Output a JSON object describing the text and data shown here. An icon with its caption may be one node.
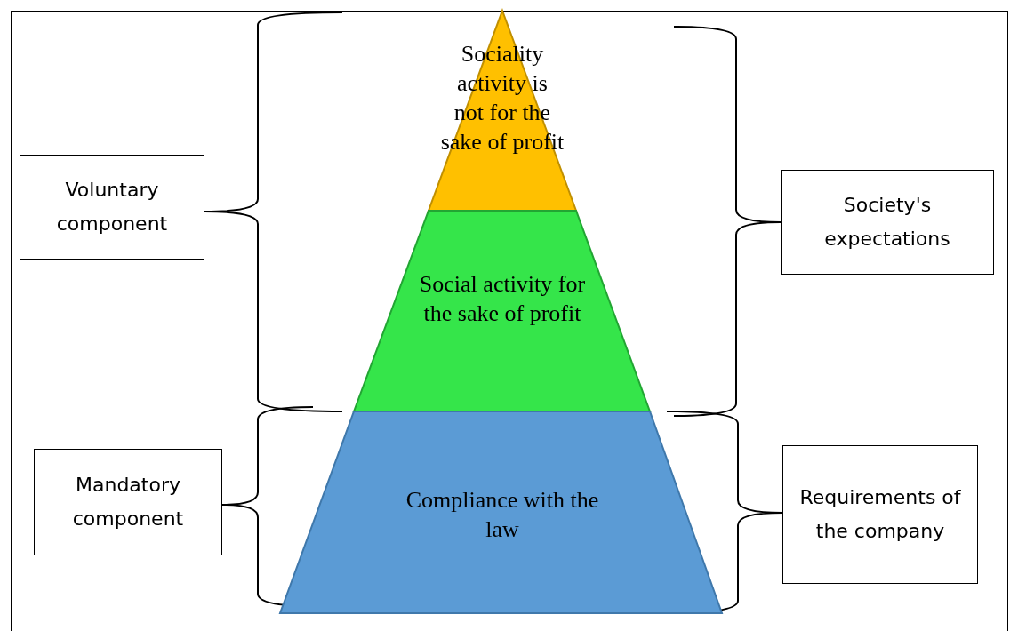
{
  "diagram": {
    "nodes": [
      {
        "text": [
          "Sociality activity is not for the sake of profit"
        ]
      },
      {
        "text": [
          "Social activity for the sake of profit"
        ]
      },
      {
        "text": [
          "Compliance with the law"
        ]
      },
      {
        "text": [
          "Voluntary component"
        ]
      },
      {
        "text": [
          "Mandatory component"
        ]
      },
      {
        "text": [
          "Society's expectations"
        ]
      },
      {
        "text": [
          "Requirements of the company"
        ]
      }
    ]
  }
}
